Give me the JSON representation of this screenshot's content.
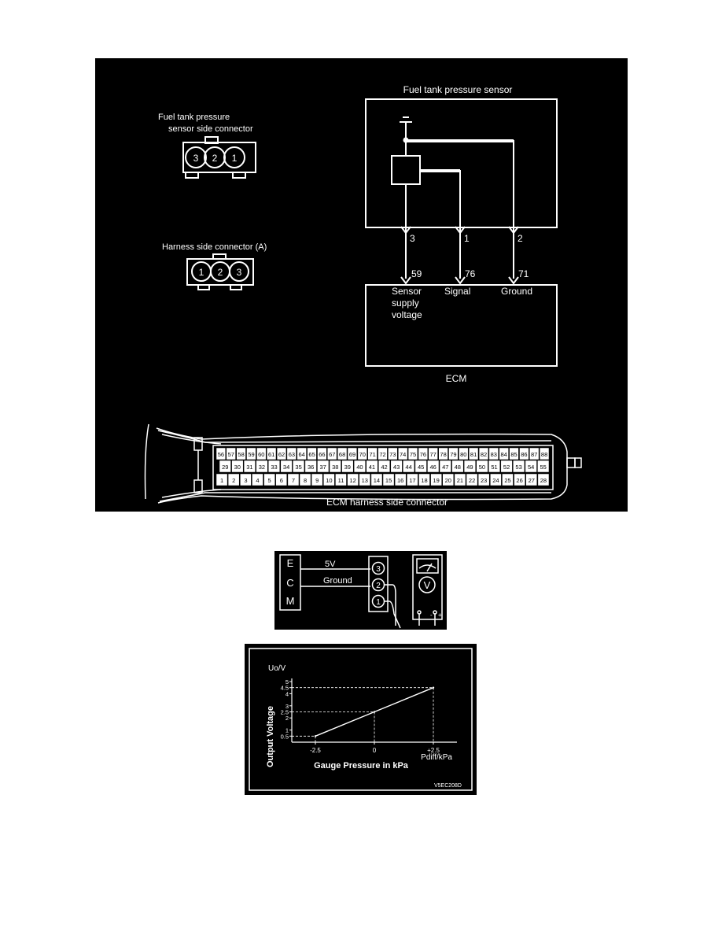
{
  "wiring_diagram": {
    "sensor_connector_title_1": "Fuel tank pressure",
    "sensor_connector_title_2": "sensor side connector",
    "sensor_connector_pins": [
      "3",
      "2",
      "1"
    ],
    "harness_connector_title": "Harness side connector (A)",
    "harness_connector_pins": [
      "1",
      "2",
      "3"
    ],
    "sensor_box_label": "Fuel tank pressure sensor",
    "sensor_pins": [
      "3",
      "1",
      "2"
    ],
    "ecm_pins": [
      "59",
      "76",
      "71"
    ],
    "supply_label_1": "Sensor",
    "supply_label_2": "supply",
    "supply_label_3": "voltage",
    "signal_label": "Signal",
    "ground_label": "Ground",
    "ecm_label": "ECM",
    "ecm_connector_label": "ECM harness side connector",
    "ecm_connector_rows": {
      "top": [
        "56",
        "57",
        "58",
        "59",
        "60",
        "61",
        "62",
        "63",
        "64",
        "65",
        "66",
        "67",
        "68",
        "69",
        "70",
        "71",
        "72",
        "73",
        "74",
        "75",
        "76",
        "77",
        "78",
        "79",
        "80",
        "81",
        "82",
        "83",
        "84",
        "85",
        "86",
        "87",
        "88"
      ],
      "middle": [
        "29",
        "30",
        "31",
        "32",
        "33",
        "34",
        "35",
        "36",
        "37",
        "38",
        "39",
        "40",
        "41",
        "42",
        "43",
        "44",
        "45",
        "46",
        "47",
        "48",
        "49",
        "50",
        "51",
        "52",
        "53",
        "54",
        "55"
      ],
      "bottom": [
        "1",
        "2",
        "3",
        "4",
        "5",
        "6",
        "7",
        "8",
        "9",
        "10",
        "11",
        "12",
        "13",
        "14",
        "15",
        "16",
        "17",
        "18",
        "19",
        "20",
        "21",
        "22",
        "23",
        "24",
        "25",
        "26",
        "27",
        "28"
      ]
    }
  },
  "measurement_diagram": {
    "ecm_letters": [
      "E",
      "C",
      "M"
    ],
    "wire_5v_label": "5V",
    "wire_ground_label": "Ground",
    "connector_pins": [
      "3",
      "2",
      "1"
    ],
    "meter_symbol": "V",
    "meter_plus": "+",
    "meter_minus": "-"
  },
  "chart_data": {
    "type": "line",
    "ylabel": "Output Voltage",
    "yunit": "Uo/V",
    "xlabel": "Gauge Pressure in kPa",
    "xunit": "Pdiff/kPa",
    "x_ticks": [
      "-2.5",
      "0",
      "+2.5"
    ],
    "y_ticks": [
      "0.5",
      "1",
      "2",
      "2.5",
      "3",
      "4",
      "4.5",
      "5"
    ],
    "series": [
      {
        "x": [
          -2.5,
          0,
          2.5
        ],
        "y": [
          0.5,
          2.5,
          4.5
        ]
      }
    ],
    "ylim": [
      0,
      5
    ],
    "xlim": [
      -3.5,
      3.5
    ],
    "figure_code": "V5EC208D"
  }
}
